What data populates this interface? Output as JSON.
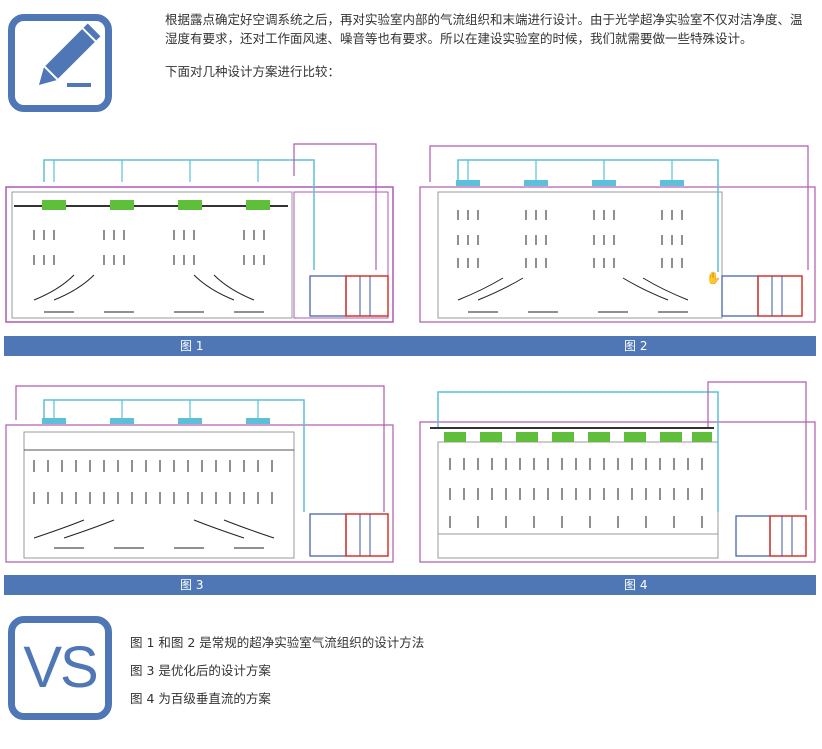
{
  "intro": {
    "paragraph_1": "根据露点确定好空调系统之后，再对实验室内部的气流组织和末端进行设计。由于光学超净实验室不仅对洁净度、温湿度有要求，还对工作面风速、噪音等也有要求。所以在建设实验室的时候，我们就需要做一些特殊设计。",
    "paragraph_2": "下面对几种设计方案进行比较："
  },
  "captions": [
    "图 1",
    "图 2",
    "图 3",
    "图 4"
  ],
  "vs_logo": "VS",
  "notes": [
    "图 1 和图 2 是常规的超净实验室气流组织的设计方法",
    "图 3 是优化后的设计方案",
    "图 4 为百级垂直流的方案"
  ],
  "colors": {
    "accent": "#4f77b5",
    "duct_cyan": "#5bc0d8",
    "duct_purple": "#b05ab0",
    "diffuser_green": "#5fbf3a",
    "ahu_red": "#d9342b",
    "ahu_blue": "#3a56a8"
  },
  "icons": [
    "pencil-icon",
    "airflow-arrow-icon",
    "hand-icon"
  ]
}
